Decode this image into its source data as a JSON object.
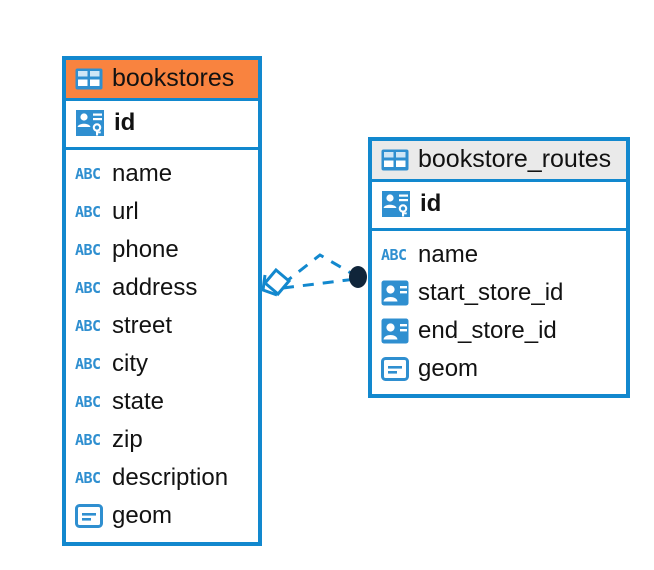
{
  "diagram": {
    "type": "entity-relationship-diagram",
    "background_color": "#ffffff",
    "accent_color": "#1288ce",
    "highlight_color": "#f9833f",
    "icon_color": "#2f8fd0",
    "connector_color": "#1288ce",
    "connector_endpoint_color": "#10253a"
  },
  "entities": [
    {
      "name": "bookstores",
      "header_icon": "table-icon",
      "header_color": "#f9833f",
      "selected": true,
      "primary_keys": [
        {
          "label": "id",
          "icon": "primary-key-icon",
          "type": "pk"
        }
      ],
      "fields": [
        {
          "label": "name",
          "icon": "abc-text-icon",
          "type": "text"
        },
        {
          "label": "url",
          "icon": "abc-text-icon",
          "type": "text"
        },
        {
          "label": "phone",
          "icon": "abc-text-icon",
          "type": "text"
        },
        {
          "label": "address",
          "icon": "abc-text-icon",
          "type": "text"
        },
        {
          "label": "street",
          "icon": "abc-text-icon",
          "type": "text"
        },
        {
          "label": "city",
          "icon": "abc-text-icon",
          "type": "text"
        },
        {
          "label": "state",
          "icon": "abc-text-icon",
          "type": "text"
        },
        {
          "label": "zip",
          "icon": "abc-text-icon",
          "type": "text"
        },
        {
          "label": "description",
          "icon": "abc-text-icon",
          "type": "text"
        },
        {
          "label": "geom",
          "icon": "geometry-icon",
          "type": "geometry"
        }
      ]
    },
    {
      "name": "bookstore_routes",
      "header_icon": "table-icon",
      "header_color": "#eaeaea",
      "selected": false,
      "primary_keys": [
        {
          "label": "id",
          "icon": "primary-key-icon",
          "type": "pk"
        }
      ],
      "fields": [
        {
          "label": "name",
          "icon": "abc-text-icon",
          "type": "text"
        },
        {
          "label": "start_store_id",
          "icon": "foreign-key-icon",
          "type": "fk"
        },
        {
          "label": "end_store_id",
          "icon": "foreign-key-icon",
          "type": "fk"
        },
        {
          "label": "geom",
          "icon": "geometry-icon",
          "type": "geometry"
        }
      ]
    }
  ],
  "relationship": {
    "style": "dashed",
    "source_entity": "bookstores",
    "target_entity": "bookstore_routes",
    "source_marker": "diamond-marker",
    "target_marker": "filled-circle-marker",
    "branch_count": 2
  }
}
